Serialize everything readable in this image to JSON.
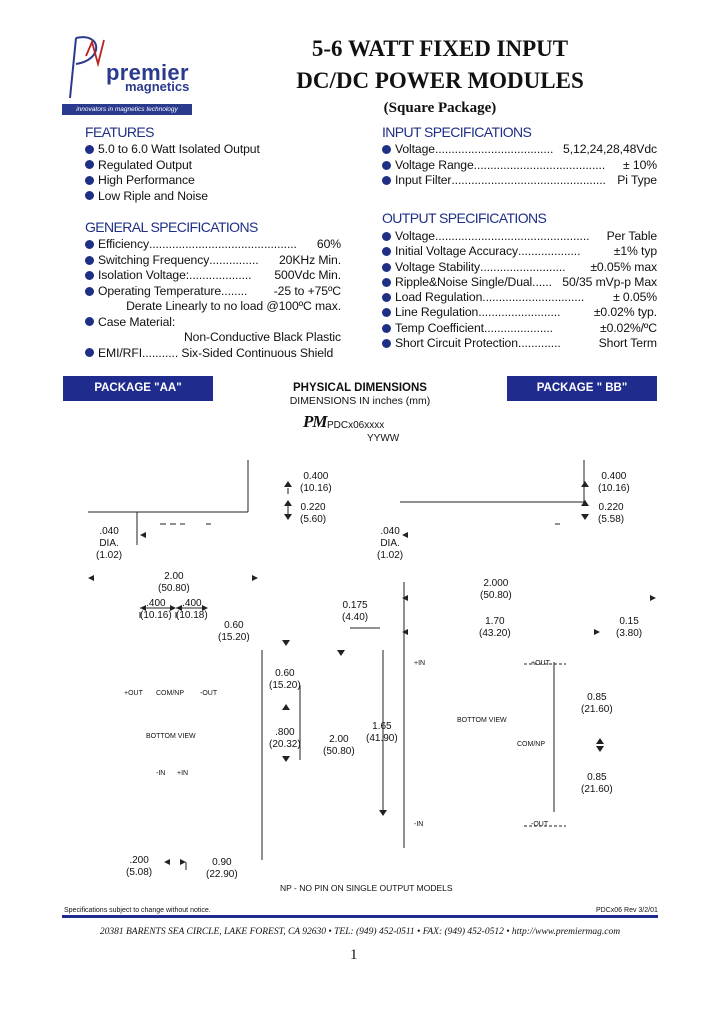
{
  "logo": {
    "word1": "premier",
    "word2": "magnetics",
    "tagline": "innovators in magnetics technology"
  },
  "title": {
    "line1": "5-6 WATT FIXED INPUT",
    "line2": "DC/DC POWER MODULES",
    "line3": "(Square Package)"
  },
  "features": {
    "heading": "FEATURES",
    "items": [
      "5.0 to 6.0 Watt Isolated Output",
      "Regulated Output",
      "High Performance",
      "Low Riple and Noise"
    ]
  },
  "general": {
    "heading": "GENERAL SPECIFICATIONS",
    "rows": [
      {
        "label": "Efficiency",
        "dots": " .............................................",
        "value": "60%"
      },
      {
        "label": "Switching Frequency",
        "dots": " ...............",
        "value": "20KHz Min."
      },
      {
        "label": "Isolation Voltage:",
        "dots": " ...................",
        "value": "500Vdc Min."
      },
      {
        "label": "Operating Temperature",
        "dots": " ........",
        "value": "-25 to +75ºC"
      }
    ],
    "derate": "Derate Linearly to no load @100ºC max.",
    "case_label": "Case Material:",
    "case_value": "Non-Conductive Black Plastic",
    "emi": "EMI/RFI........... Six-Sided Continuous Shield"
  },
  "input": {
    "heading": "INPUT SPECIFICATIONS",
    "rows": [
      {
        "label": "Voltage",
        "dots": " ....................................",
        "value": "5,12,24,28,48Vdc"
      },
      {
        "label": "Voltage Range",
        "dots": " ........................................",
        "value": "± 10%"
      },
      {
        "label": "Input Filter",
        "dots": " ...............................................",
        "value": "Pi Type"
      }
    ]
  },
  "output": {
    "heading": "OUTPUT SPECIFICATIONS",
    "rows": [
      {
        "label": "Voltage",
        "dots": " ...............................................",
        "value": "Per Table"
      },
      {
        "label": "Initial Voltage Accuracy",
        "dots": " ...................",
        "value": "±1% typ"
      },
      {
        "label": "Voltage Stability",
        "dots": " ..........................",
        "value": "±0.05% max"
      },
      {
        "label": "Ripple&Noise Single/Dual",
        "dots": "......",
        "value": "50/35 mVp-p Max"
      },
      {
        "label": "Load Regulation",
        "dots": " ...............................",
        "value": "± 0.05%"
      },
      {
        "label": "Line Regulation",
        "dots": " .........................",
        "value": "±0.02% typ."
      },
      {
        "label": "Temp Coefficient",
        "dots": " .....................",
        "value": "±0.02%/ºC"
      },
      {
        "label": "Short Circuit Protection",
        "dots": " .............",
        "value": "Short Term"
      }
    ]
  },
  "band": {
    "left": "PACKAGE \"AA\"",
    "center": "PHYSICAL DIMENSIONS",
    "center_sub": "DIMENSIONS IN inches (mm)",
    "right": "PACKAGE \" BB\""
  },
  "marking": {
    "pm": "PM",
    "part": "PDCx06xxxx",
    "date": "YYWW"
  },
  "dims": {
    "aa_0400": "0.400",
    "aa_1016": "(10.16)",
    "aa_0220": "0.220",
    "aa_560": "(5.60)",
    "bb_0400": "0.400",
    "bb_1016": "(10.16)",
    "bb_0220": "0.220",
    "bb_558": "(5.58)",
    "dia_a1": ".040",
    "dia_a2": "DIA.",
    "dia_a3": "(1.02)",
    "dia_b1": ".040",
    "dia_b2": "DIA.",
    "dia_b3": "(1.02)",
    "w200": "2.00",
    "w5080": "(50.80)",
    "p400a": ".400",
    "p1016a": "(10.16)",
    "p400b": ".400",
    "p1018b": "(10.18)",
    "p060": "0.60",
    "p1520": "(15.20)",
    "v060": "0.60",
    "v1520": "(15.20)",
    "v800": ".800",
    "v2032": "(20.32)",
    "h200": "2.00",
    "h5080": "(50.80)",
    "h165": "1.65",
    "h4190": "(41.90)",
    "b0175": "0.175",
    "b440": "(4.40)",
    "b2000": "2.000",
    "b5080": "(50.80)",
    "b170": "1.70",
    "b4320": "(43.20)",
    "b015": "0.15",
    "b380": "(3.80)",
    "b085a": "0.85",
    "b2160a": "(21.60)",
    "b085b": "0.85",
    "b2160b": "(21.60)",
    "s200": ".200",
    "s508": "(5.08)",
    "s090": "0.90",
    "s2290": "(22.90)"
  },
  "pins": {
    "aa_out_pos": "+OUT",
    "aa_com": "COM/NP",
    "aa_out_neg": "-OUT",
    "aa_bottom": "BOTTOM VIEW",
    "aa_in_neg": "-IN",
    "aa_in_pos": "+IN",
    "bb_in_pos": "+IN",
    "bb_out_pos": "+OUT",
    "bb_bottom": "BOTTOM VIEW",
    "bb_com": "COM/NP",
    "bb_out_neg": "-OUT",
    "bb_in_neg": "-IN"
  },
  "note": "NP - NO PIN ON SINGLE OUTPUT MODELS",
  "footer": {
    "disclaimer": "Specifications subject to change without notice.",
    "docref": "PDCx06 Rev 3/2/01",
    "address": "20381 BARENTS SEA CIRCLE, LAKE FOREST, CA 92630 • TEL: (949) 452-0511 • FAX: (949) 452-0512 • http://www.premiermag.com",
    "page": "1"
  }
}
